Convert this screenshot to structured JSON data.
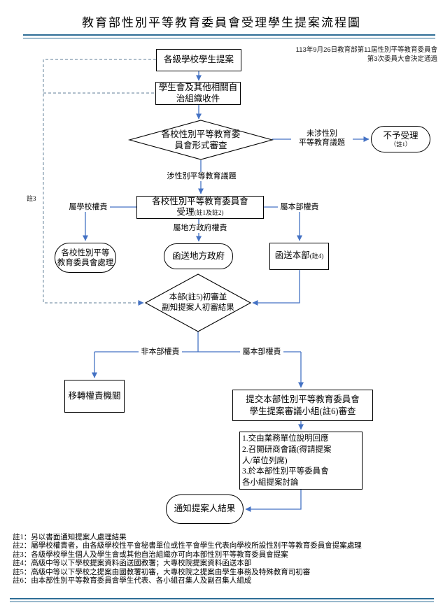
{
  "title": "教育部性別平等教育委員會受理學生提案流程圖",
  "approval_note": {
    "line1": "113年9月26日教育部第11屆性別平等教育委員會",
    "line2": "第3次委員大會決定通過"
  },
  "nodes": {
    "proposal": {
      "label": "各級學校學生提案"
    },
    "intake": {
      "line1": "學生會及其他相關自",
      "line2": "治組織收件"
    },
    "formal_review": {
      "line1": "各校性別平等教育委",
      "line2": "員會形式審查"
    },
    "not_accepted": {
      "label": "不予受理",
      "note": "（註1）"
    },
    "school_accept": {
      "line1": "各校性別平等教育委員會",
      "line2_main": "受理",
      "line2_note": "(註1及註2)"
    },
    "school_handle": {
      "line1": "各校性別平等",
      "line2": "教育委員會處理"
    },
    "send_local_gov": {
      "label": "函送地方政府"
    },
    "send_ministry": {
      "label": "函送本部",
      "note": "(註4)"
    },
    "ministry_review": {
      "line1": "本部(註5)初審並",
      "line2": "副知提案人初審結果"
    },
    "transfer_agency": {
      "label": "移轉權責機關"
    },
    "submit_panel": {
      "line1": "提交本部性別平等教育委員會",
      "line2_pre": "學生提案審議小組",
      "line2_note": "(註6)",
      "line2_post": "審查"
    },
    "process_steps": {
      "text": "1.交由業務單位說明回應\n2.召開研商會議(得請提案\n人/單位列席)\n3.於本部性別平等委員會\n各小組提案討論"
    },
    "notify_result": {
      "label": "通知提案人結果"
    }
  },
  "edge_labels": {
    "not_gender_line1": "未涉性別",
    "not_gender_line2": "平等教育議題",
    "gender_related": "涉性別平等教育議題",
    "school_duty": "屬學校權責",
    "ministry_duty_upper": "屬本部權責",
    "local_gov_duty": "屬地方政府權責",
    "not_ministry_duty": "非本部權責",
    "ministry_duty_lower": "屬本部權責",
    "note3": "註3"
  },
  "footnotes": [
    "註1：另以書面通知提案人處理結果",
    "註2：屬學校權責者，由各級學校性平會秘書單位或性平會學生代表向學校所設性別平等教育委員會提案處理",
    "註3：各級學校學生個人及學生會或其他自治組織亦可向本部性別平等教育委員會提案",
    "註4：高級中等以下學校提案資料函送國教署；大專校院提案資料函送本部",
    "註5：高級中等以下學校之提案由國教署初審，大專校院之提案由學生事務及特殊教育司初審",
    "註6：由本部性別平等教育委員會學生代表、各小組召集人及副召集人組成"
  ],
  "colors": {
    "arrow": "#4472c4",
    "dashed_line": "#7f98ac",
    "rule": "#2e6e96",
    "node_border": "#000000"
  }
}
